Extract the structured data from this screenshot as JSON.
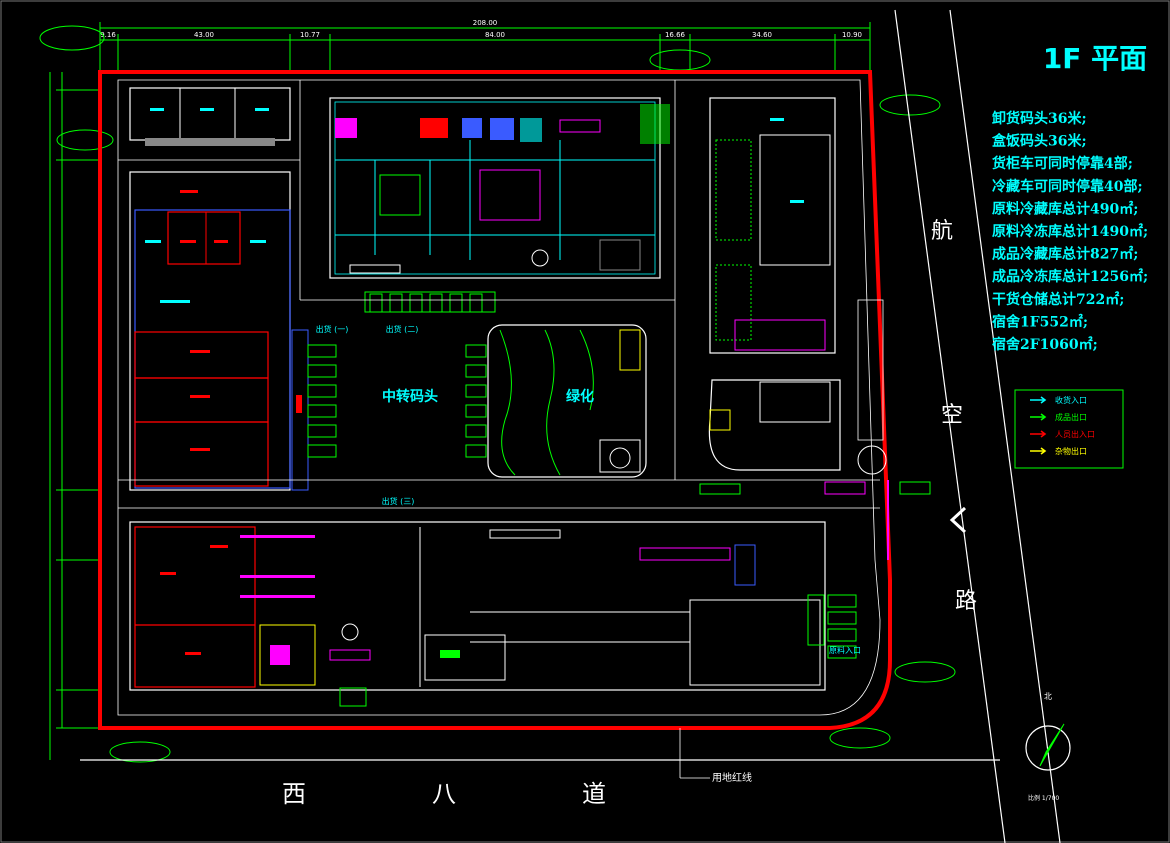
{
  "title": "1F 平面",
  "summary_lines": [
    "卸货码头36米;",
    "盒饭码头36米;",
    "货柜车可同时停靠4部;",
    "冷藏车可同时停靠40部;",
    "原料冷藏库总计490㎡;",
    "原料冷冻库总计1490㎡;",
    "成品冷藏库总计827㎡;",
    "成品冷冻库总计1256㎡;",
    "干货仓储总计722㎡;",
    "宿舍1F552㎡;",
    "宿舍2F1060㎡;"
  ],
  "legend": [
    {
      "label": "收货入口",
      "color": "#00ffff"
    },
    {
      "label": "成品出口",
      "color": "#00ff00"
    },
    {
      "label": "人员出入口",
      "color": "#ff0000"
    },
    {
      "label": "杂物出口",
      "color": "#ffff00"
    }
  ],
  "road_south": [
    "西",
    "八",
    "道"
  ],
  "road_east": [
    "航",
    "空",
    "路"
  ],
  "zones": {
    "transfer_dock": "中转码头",
    "greenery": "绿化",
    "exit_1": "出货 (一)",
    "exit_2": "出货 (二)",
    "exit_3": "出货 (三)",
    "raw_entry": "原料入口"
  },
  "property_line": "用地红线",
  "north_label": "北",
  "scale_label": "比例 1/700",
  "dimensions_top": [
    "9.16",
    "43.00",
    "10.77",
    "84.00",
    "16.66",
    "34.60",
    "10.90"
  ],
  "dimension_overall": "208.00",
  "colors": {
    "boundary": "#ff0000",
    "wall": "#ffffff",
    "cyan": "#00ffff",
    "green": "#00ff00",
    "yellow": "#ffff00",
    "magenta": "#ff00ff",
    "blue": "#3a5bff",
    "background": "#000000"
  }
}
